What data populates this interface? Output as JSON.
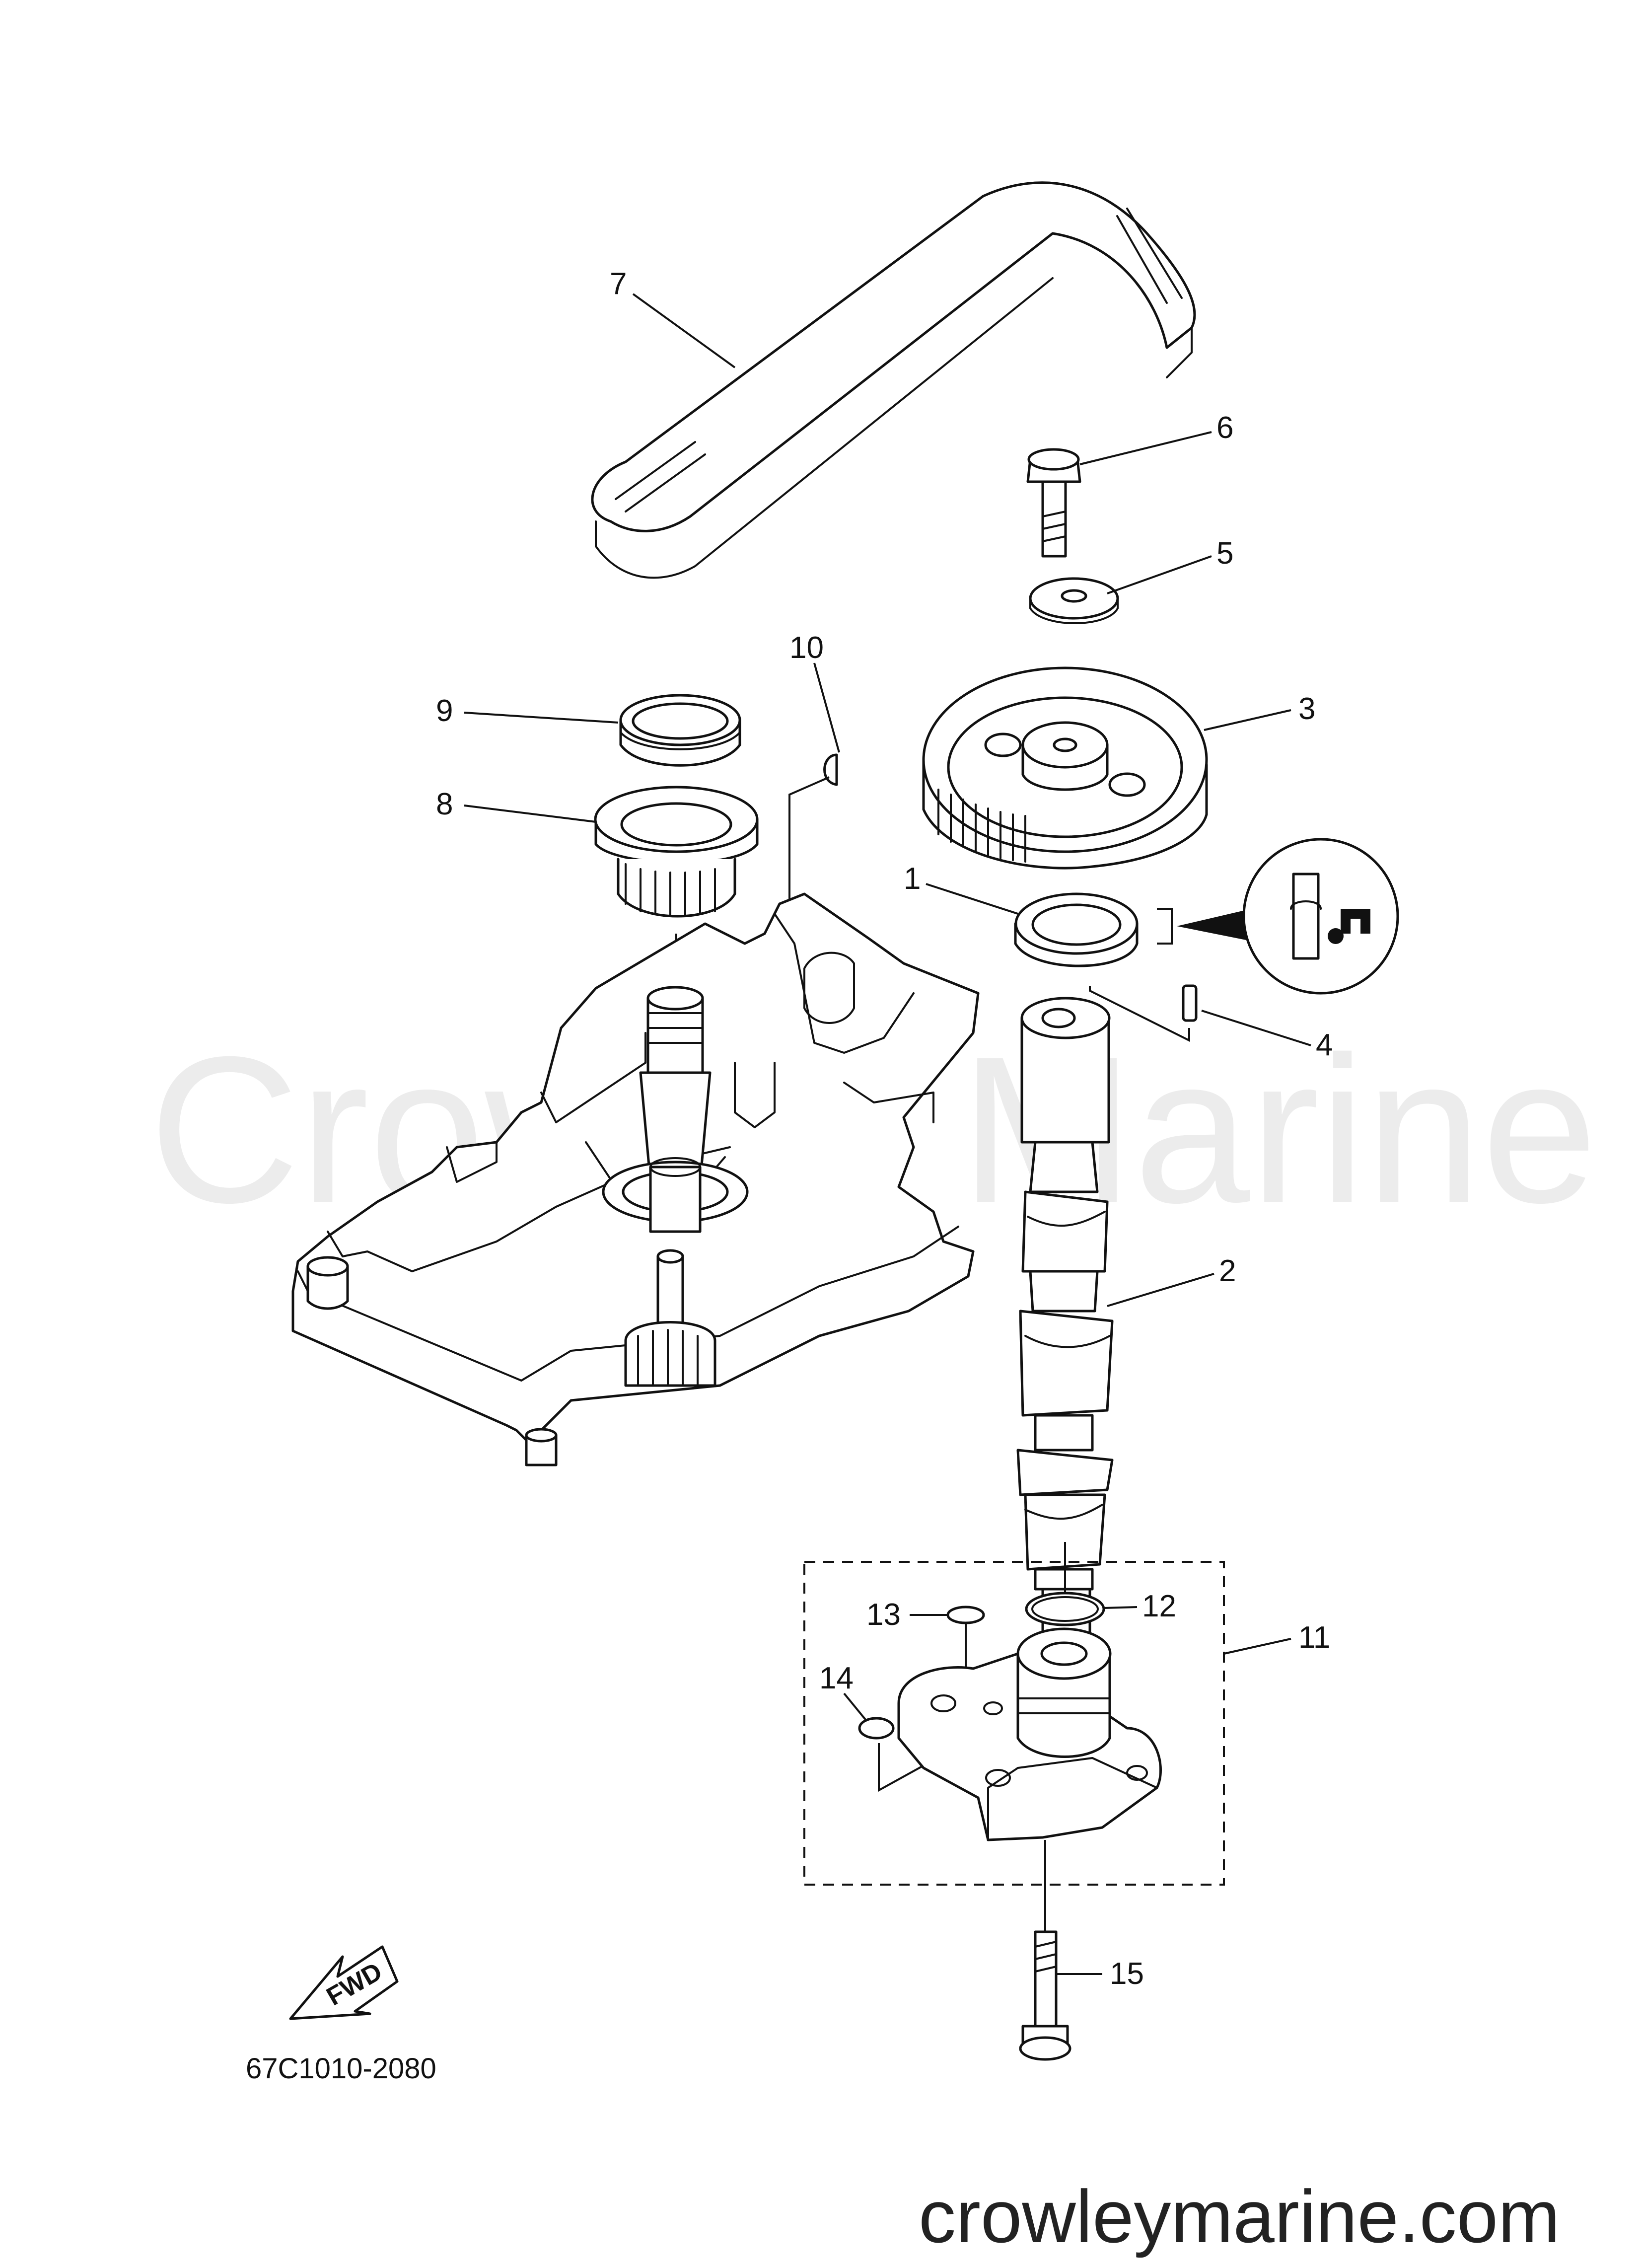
{
  "diagram": {
    "watermark": "Crowley Marine",
    "website": "crowleymarine.com",
    "drawing_code": "67C1010-2080",
    "fwd_label": "FWD",
    "callouts": {
      "p1": "1",
      "p2": "2",
      "p3": "3",
      "p4": "4",
      "p5": "5",
      "p6": "6",
      "p7": "7",
      "p8": "8",
      "p9": "9",
      "p10": "10",
      "p11": "11",
      "p12": "12",
      "p13": "13",
      "p14": "14",
      "p15": "15"
    },
    "colors": {
      "line": "#111111",
      "watermark": "#ececec",
      "background": "#ffffff"
    }
  }
}
